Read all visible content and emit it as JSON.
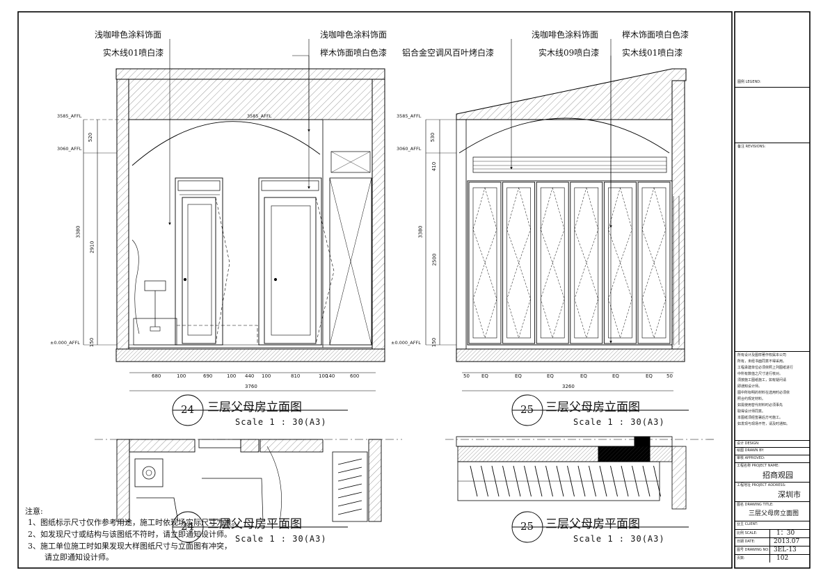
{
  "elevation_24": {
    "callouts": [
      "浅咖啡色涂料饰面",
      "实木线01喷白漆",
      "浅咖啡色涂料饰面",
      "榉木饰面喷白色漆"
    ],
    "levels": [
      "3585_AFFL",
      "3060_AFFL",
      "±0.000_AFFL",
      "3585_AFFL"
    ],
    "vdims": [
      "520",
      "3380",
      "2910",
      "150"
    ],
    "hdims": [
      "680",
      "100",
      "690",
      "100",
      "440",
      "100",
      "810",
      "100",
      "140",
      "600"
    ],
    "total": "3760",
    "number": "24",
    "title": "三层父母房立面图",
    "scale": "Scale 1 : 30(A3)"
  },
  "elevation_25": {
    "callouts": [
      "浅咖啡色涂料饰面",
      "铝合金空调风百叶烤白漆",
      "实木线09喷白漆",
      "榉木饰面喷白色漆",
      "实木线01喷白漆"
    ],
    "levels": [
      "3585_AFFL",
      "3060_AFFL",
      "±0.000_AFFL"
    ],
    "vdims": [
      "530",
      "410",
      "3380",
      "2500",
      "150"
    ],
    "hdims": [
      "50",
      "EQ",
      "EQ",
      "EQ",
      "EQ",
      "EQ",
      "EQ",
      "50"
    ],
    "total": "3260",
    "number": "25",
    "title": "三层父母房立面图",
    "scale": "Scale 1 : 30(A3)"
  },
  "plan_24": {
    "number": "24",
    "title": "三层父母房平面图",
    "scale": "Scale 1 : 30(A3)"
  },
  "plan_25": {
    "number": "25",
    "title": "三层父母房平面图",
    "scale": "Scale 1 : 30(A3)"
  },
  "notes": {
    "heading": "注意:",
    "items": [
      "1、图纸标示尺寸仅作参考用途，施工时依现场实际尺寸为准。",
      "2、如发现尺寸或结构与该图纸不符时，请立即通知设计师。",
      "3、施工单位施工时如果发现大样图纸尺寸与立面图有冲突，",
      "请立即通知设计师。"
    ]
  },
  "title_block": {
    "legend_label": "图例 LEGEND:",
    "revisions_label": "备注 REVISIONS:",
    "remarks": [
      "所有设计及图样著作权属本公司",
      "所有，未经书面同意不得采用。",
      "工程承建单位必须依照上列图纸进行",
      "中所有数值之尺寸进行核对。",
      "须按施工图纸施工，如有疑问请",
      "即通知设计师。",
      "图中所标明的材料在选用时必须依",
      "照合约规定材料。",
      "如需使用替代材料时必须事先",
      "取得设计师同意。",
      "本图纸须经签署后方可施工。",
      "如发现与现场不符，请及时通知。"
    ],
    "design_label": "设计 DESIGN:",
    "drawn_label": "绘图 DRAWN BY:",
    "checked_label": "审核 APPROVED:",
    "project_label": "工程名称 PROJECT NAME:",
    "project_name": "招商观园",
    "address_label": "工程地址 PROJECT ADDRESS:",
    "address": "深圳市",
    "drawing_label": "图名 DRAWING TITLE:",
    "drawing_title": "三层父母房立面图",
    "client_label": "业主 CLIENT:",
    "scale_label": "比例 SCALE:",
    "scale": "1：30",
    "date_label": "日期 DATE:",
    "date": "2013.07",
    "number_label": "图号 DRAWING NO:",
    "drawing_no": "3EL-13",
    "page_label": "页数:",
    "page": "102"
  }
}
